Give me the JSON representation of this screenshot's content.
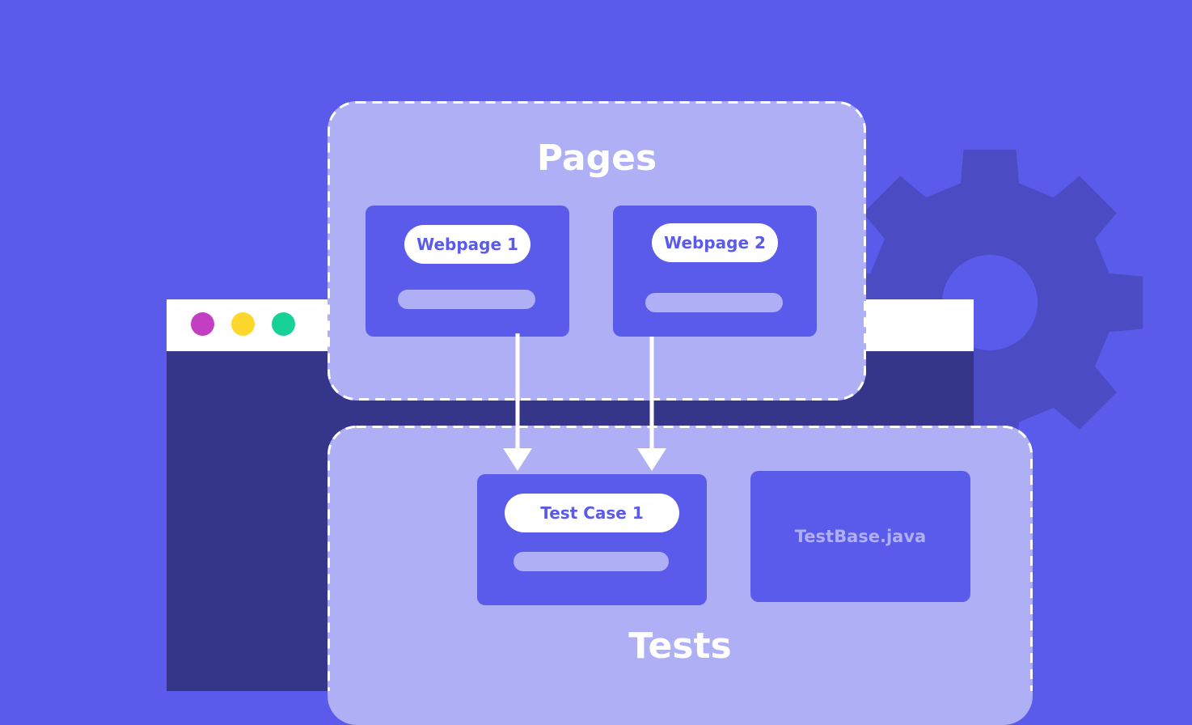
{
  "colors": {
    "background": "#5a5bea",
    "gear": "#4b4bc4",
    "browser_bar": "#ffffff",
    "browser_body": "#35358a",
    "panel": "#aeaff4",
    "card": "#5a5bea",
    "pill_text": "#5a5bea",
    "connector": "#ffffff",
    "dot_magenta": "#c23ec2",
    "dot_yellow": "#fdd72c",
    "dot_green": "#17d196"
  },
  "icons": {
    "gear": "gear-icon",
    "window_dots": [
      "window-dot-magenta",
      "window-dot-yellow",
      "window-dot-green"
    ]
  },
  "pages": {
    "title": "Pages",
    "cards": [
      {
        "label": "Webpage 1"
      },
      {
        "label": "Webpage 2"
      }
    ]
  },
  "tests": {
    "title": "Tests",
    "test_case": {
      "label": "Test Case 1"
    },
    "base_file": {
      "label": "TestBase.java"
    }
  },
  "connectors": [
    {
      "from": "Webpage 1",
      "to": "Test Case 1"
    },
    {
      "from": "Webpage 2",
      "to": "Test Case 1"
    }
  ]
}
